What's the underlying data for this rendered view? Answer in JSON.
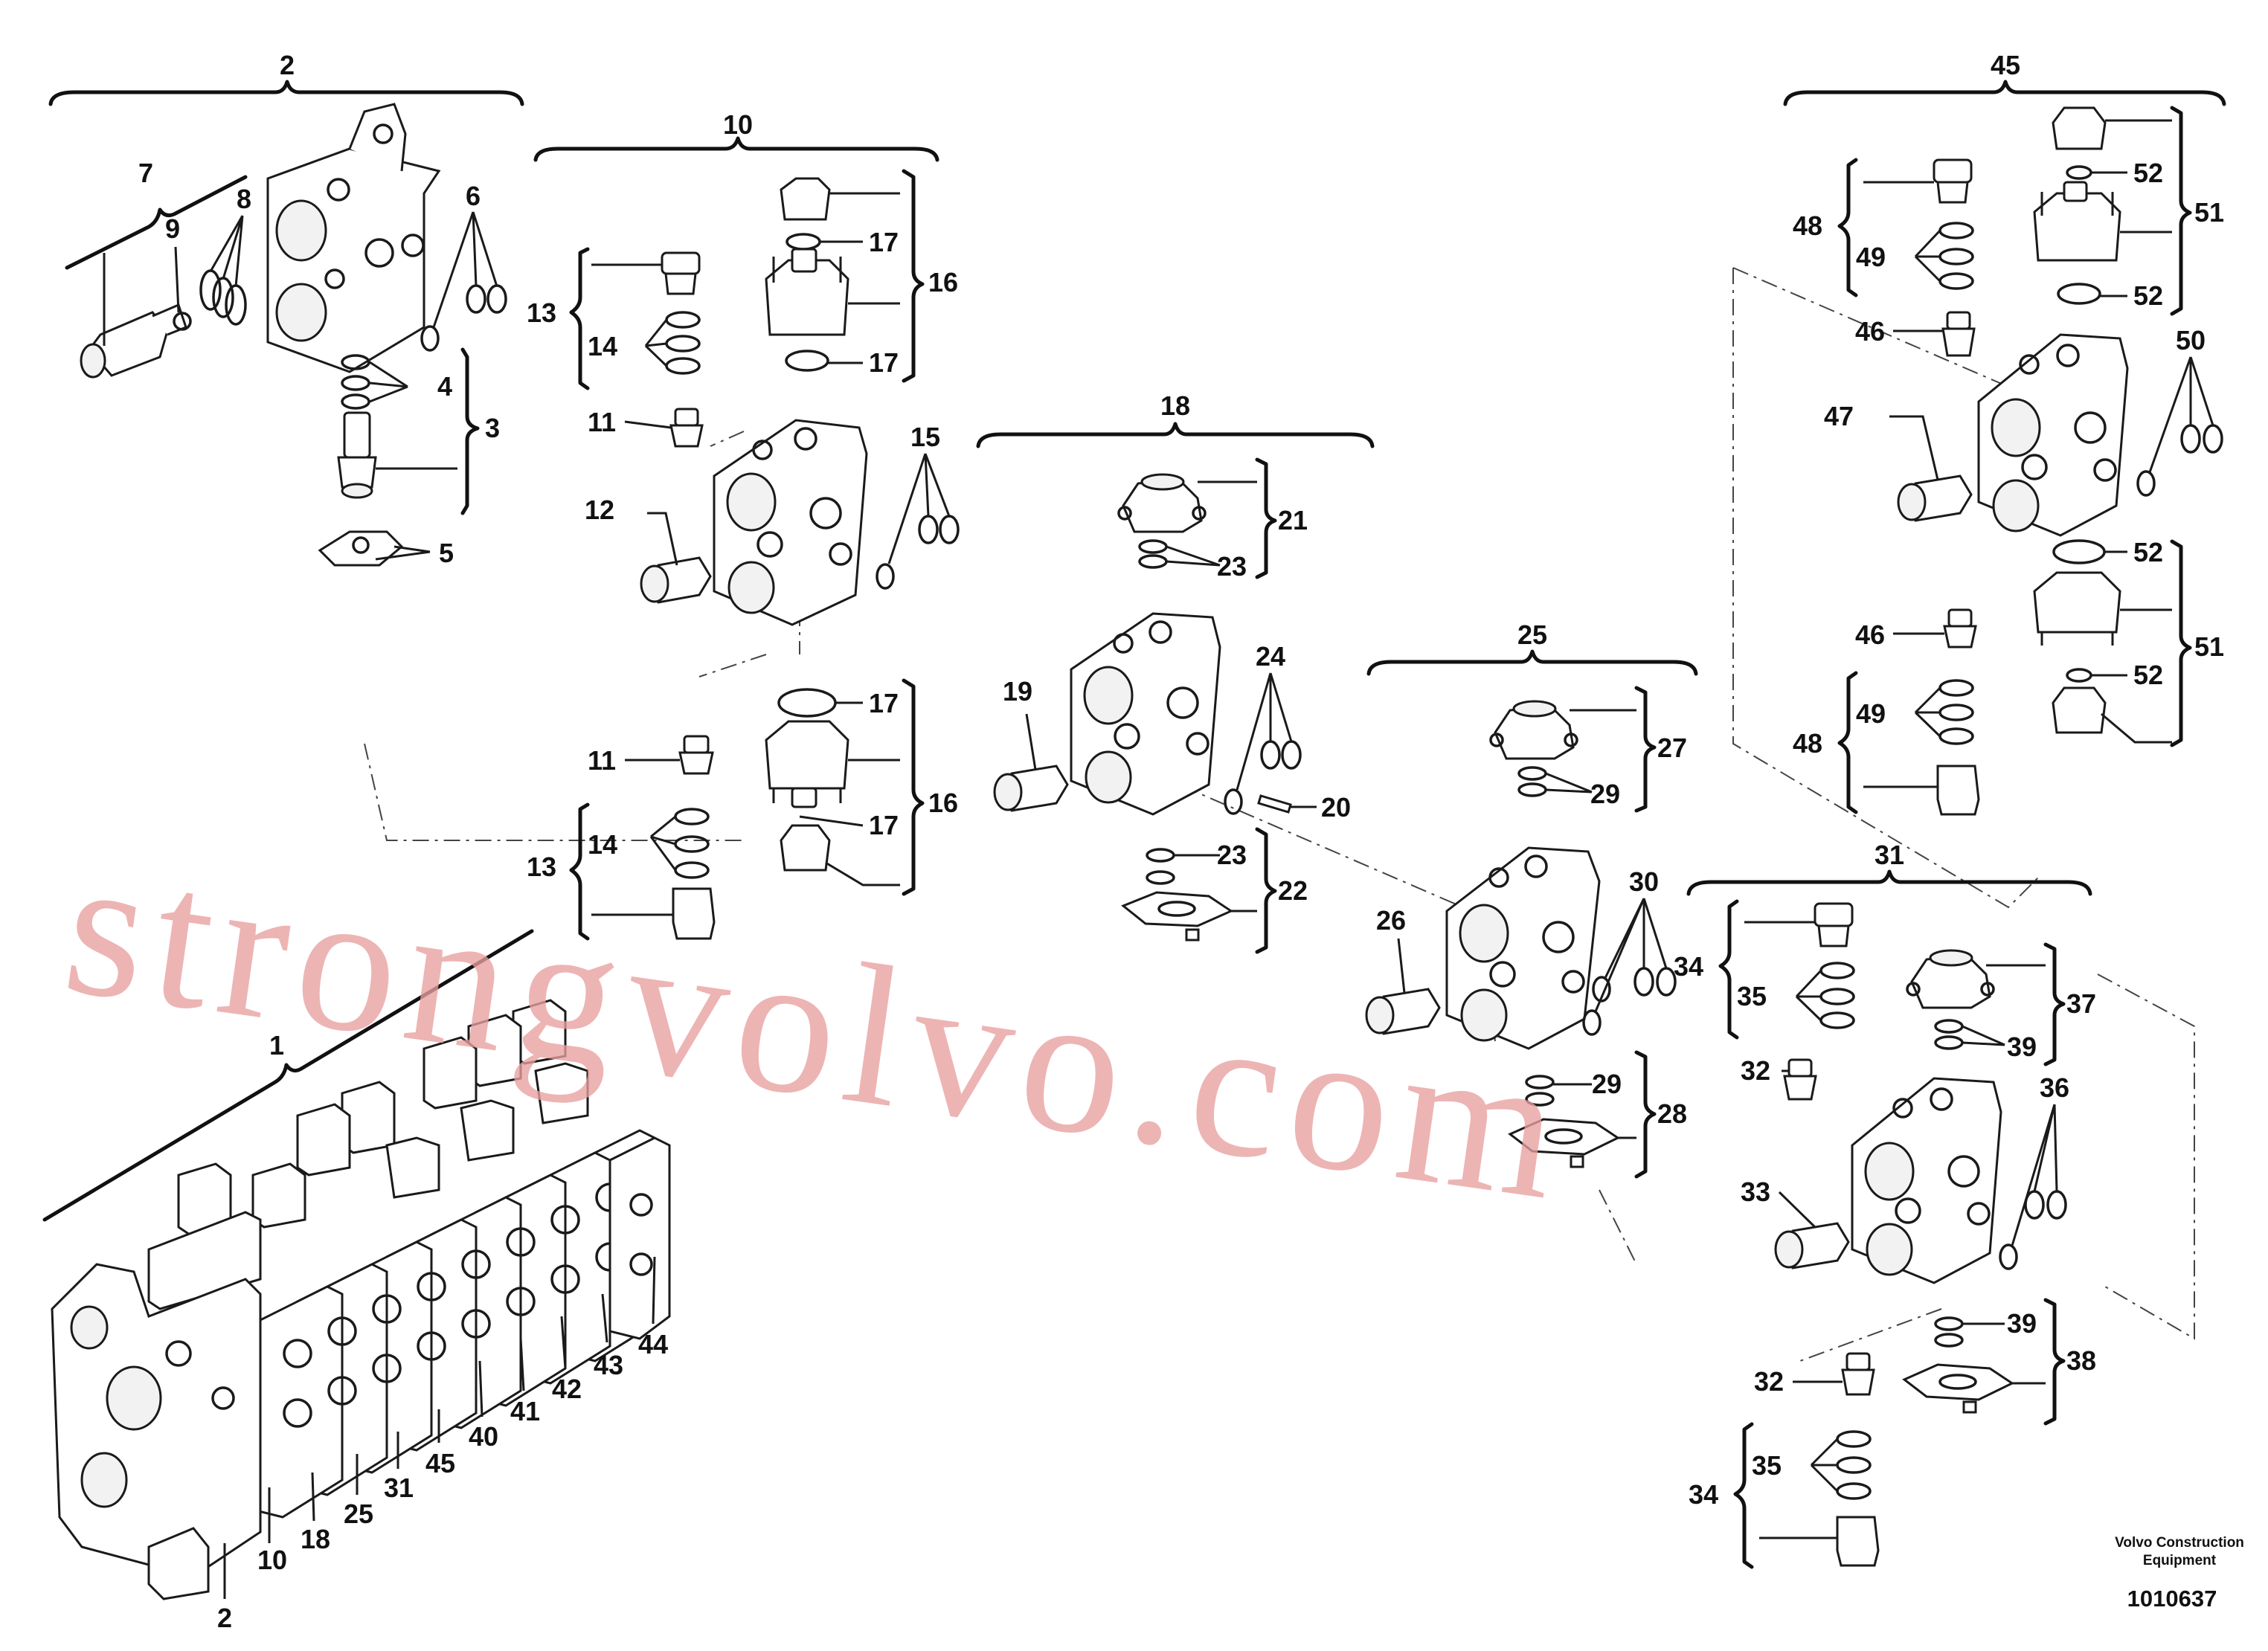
{
  "diagram": {
    "callouts": {
      "c1": "1",
      "c2_top": "2",
      "c2_bottom": "2",
      "c3": "3",
      "c4": "4",
      "c5": "5",
      "c6": "6",
      "c7": "7",
      "c8": "8",
      "c9": "9",
      "c10_top": "10",
      "c10_bottom": "10",
      "c11_a": "11",
      "c11_b": "11",
      "c12": "12",
      "c13_a": "13",
      "c13_b": "13",
      "c14_a": "14",
      "c14_b": "14",
      "c15": "15",
      "c16_a": "16",
      "c16_b": "16",
      "c17_a": "17",
      "c17_b": "17",
      "c17_c": "17",
      "c17_d": "17",
      "c18_top": "18",
      "c18_bottom": "18",
      "c19": "19",
      "c20": "20",
      "c21": "21",
      "c22": "22",
      "c23_a": "23",
      "c23_b": "23",
      "c24": "24",
      "c25_top": "25",
      "c25_bottom": "25",
      "c26": "26",
      "c27": "27",
      "c28": "28",
      "c29_a": "29",
      "c29_b": "29",
      "c30": "30",
      "c31_top": "31",
      "c31_bottom": "31",
      "c32_a": "32",
      "c32_b": "32",
      "c33": "33",
      "c34_a": "34",
      "c34_b": "34",
      "c35_a": "35",
      "c35_b": "35",
      "c36": "36",
      "c37": "37",
      "c38": "38",
      "c39_a": "39",
      "c39_b": "39",
      "c40": "40",
      "c41": "41",
      "c42": "42",
      "c43": "43",
      "c44": "44",
      "c45_top": "45",
      "c45_bottom": "45",
      "c46_a": "46",
      "c46_b": "46",
      "c47": "47",
      "c48_a": "48",
      "c48_b": "48",
      "c49_a": "49",
      "c49_b": "49",
      "c50": "50",
      "c51_a": "51",
      "c51_b": "51",
      "c52_a": "52",
      "c52_b": "52",
      "c52_c": "52",
      "c52_d": "52"
    },
    "watermark": "strongvolvo.com",
    "credit_line1": "Volvo Construction",
    "credit_line2": "Equipment",
    "drawing_number": "1010637"
  }
}
